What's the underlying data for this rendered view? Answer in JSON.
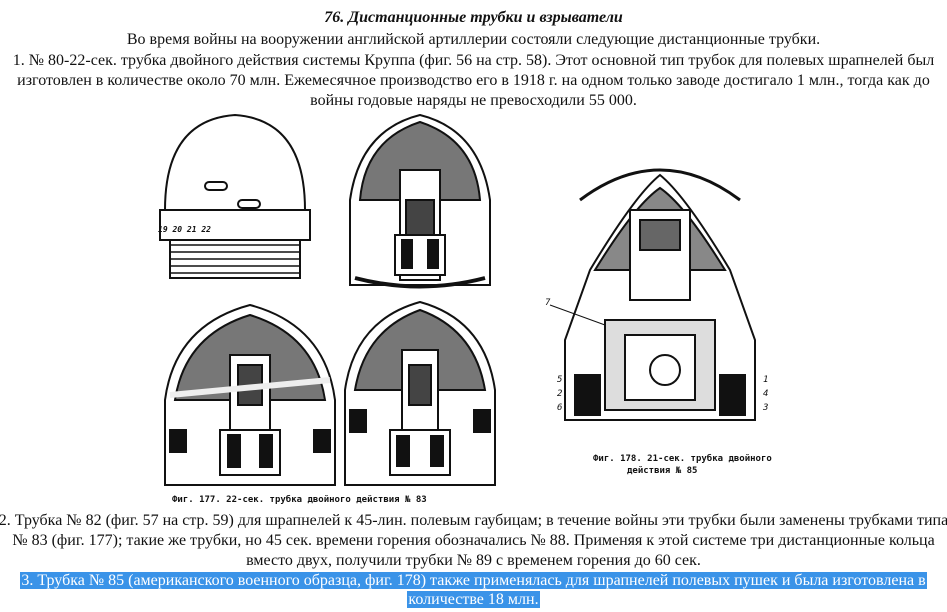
{
  "title": "76. Дистанционные трубки и взрыватели",
  "intro": "Во время войны на вооружении английской артиллерии состояли следующие дистанционные трубки.",
  "para1": [
    "1. № 80-22-сек. трубка двойного действия системы Круппа (фиг. 56 на стр. 58). Этот основной тип трубок для полевых шрапнелей был",
    "изготовлен в количестве около 70 млн. Ежемесячное производство его в 1918 г. на одном только заводе достигало 1 млн., тогда как до",
    "войны годовые наряды не превосходили 55 000."
  ],
  "figures": {
    "fig177_caption": "Фиг. 177. 22-сек. трубка двойного действия № 83",
    "fig177_scale": "19 20 21 22",
    "fig178_caption_1": "Фиг. 178. 21-сек. трубка двойного",
    "fig178_caption_2": "действия № 85",
    "fig178_labels": [
      "7",
      "5",
      "2",
      "6",
      "1",
      "4",
      "3"
    ]
  },
  "para2": [
    "2. Трубка № 82 (фиг. 57 на стр. 59) для шрапнелей к 45-лин. полевым гаубицам; в течение войны эти трубки были заменены трубками типа",
    "№ 83 (фиг. 177); такие же трубки, но 45 сек. времени горения обозначались № 88. Применяя к этой системе три дистанционные кольца",
    "вместо двух, получили трубки № 89 с временем горения до 60 сек."
  ],
  "para3": [
    "3. Трубка № 85 (американского военного образца, фиг. 178) также применялась для шрапнелей полевых пушек и была изготовлена в",
    "количестве 18 млн."
  ],
  "colors": {
    "highlight": "#3a93e8"
  }
}
